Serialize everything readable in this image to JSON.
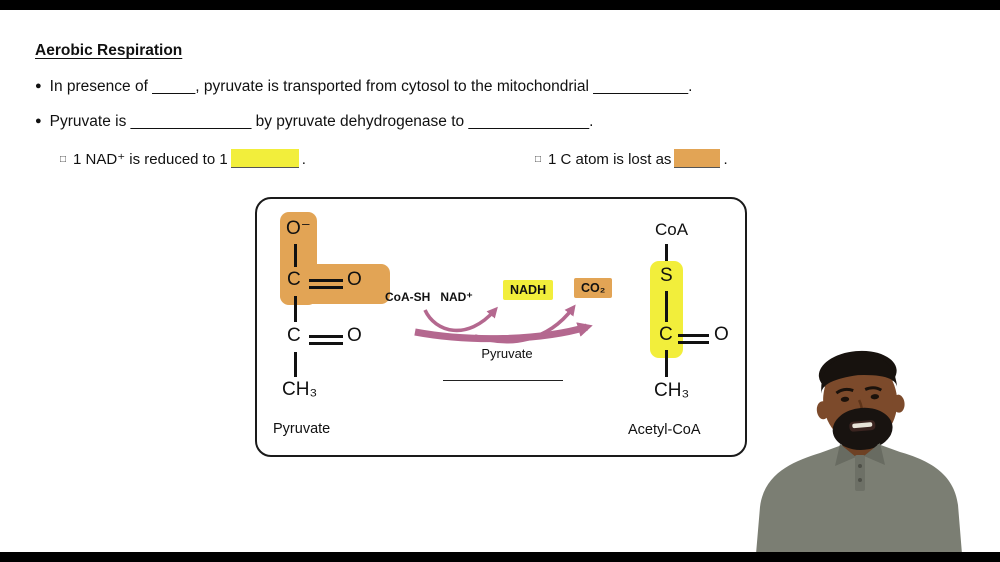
{
  "colors": {
    "yellow": "#f2ee3b",
    "orange": "#e2a455",
    "arrow": "#b4688f"
  },
  "title": "Aerobic Respiration",
  "bullets": [
    {
      "marker": "●",
      "text": "In presence of _____, pyruvate is transported from cytosol to the mitochondrial ___________."
    },
    {
      "marker": "●",
      "text": "Pyruvate is ______________ by pyruvate dehydrogenase to ______________."
    }
  ],
  "subbullets": [
    {
      "marker": "□",
      "pre": "1 NAD⁺ is reduced to 1",
      "post": "."
    },
    {
      "marker": "□",
      "pre": "1 C atom is lost as",
      "post": "."
    }
  ],
  "diagram": {
    "pyruvate": {
      "o_top": "O⁻",
      "c1": "C",
      "o1": "O",
      "c2": "C",
      "o2": "O",
      "ch3": "CH₃",
      "label": "Pyruvate"
    },
    "reaction": {
      "reactant1": "CoA-SH",
      "reactant2": "NAD⁺",
      "product1": "NADH",
      "product2": "CO₂",
      "enzyme": "Pyruvate"
    },
    "acetyl": {
      "coa": "CoA",
      "s": "S",
      "c": "C",
      "o": "O",
      "ch3": "CH₃",
      "label": "Acetyl-CoA"
    }
  }
}
